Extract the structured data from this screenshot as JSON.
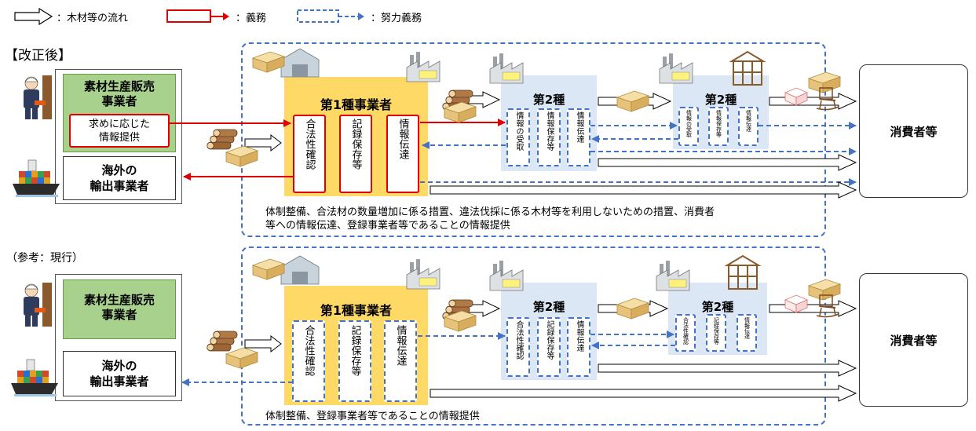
{
  "legend": {
    "flow": "：木材等の流れ",
    "obligation": "：義務",
    "effort": "：努力義務"
  },
  "after": {
    "label": "【改正後】",
    "producer_line1": "素材生産販売",
    "producer_line2": "事業者",
    "request_line1": "求めに応じた",
    "request_line2": "情報提供",
    "exporter_line1": "海外の",
    "exporter_line2": "輸出事業者",
    "type1_title": "第1種事業者",
    "type1_boxes": [
      "合法性確認",
      "記録保存等",
      "情報伝達"
    ],
    "type2a_title": "第2種",
    "type2a_boxes": [
      "情報の受取",
      "情報保存等",
      "情報伝達"
    ],
    "type2b_title": "第2種",
    "type2b_boxes": [
      "情報の受取",
      "情報保存等",
      "情報伝達"
    ],
    "consumer": "消費者等",
    "note_line1": "体制整備、合法材の数量増加に係る措置、違法伐採に係る木材等を利用しないための措置、消費者",
    "note_line2": "等への情報伝達、登録事業者等であることの情報提供"
  },
  "current": {
    "label": "（参考：現行）",
    "producer_line1": "素材生産販売",
    "producer_line2": "事業者",
    "exporter_line1": "海外の",
    "exporter_line2": "輸出事業者",
    "type1_title": "第1種事業者",
    "type1_boxes": [
      "合法性確認",
      "記録保存等",
      "情報伝達"
    ],
    "type2a_title": "第2種",
    "type2a_boxes": [
      "合法性確認",
      "記録保存等",
      "情報伝達"
    ],
    "type2b_title": "第2種",
    "type2b_boxes": [
      "合法性確認",
      "記録保存等",
      "情報伝達"
    ],
    "consumer": "消費者等",
    "note": "体制整備、登録事業者等であることの情報提供"
  },
  "colors": {
    "obligation": "#e00000",
    "effort": "#4472c4",
    "type1_fill": "#ffd966",
    "type2_fill": "#dbe7f5",
    "producer_fill": "#a9d18e"
  },
  "icons": [
    "forestry-worker-icon",
    "cargo-ship-icon",
    "log-pile-icon",
    "lumber-bundle-icon",
    "factory-icon",
    "warehouse-icon",
    "house-frame-icon",
    "furniture-icon"
  ]
}
